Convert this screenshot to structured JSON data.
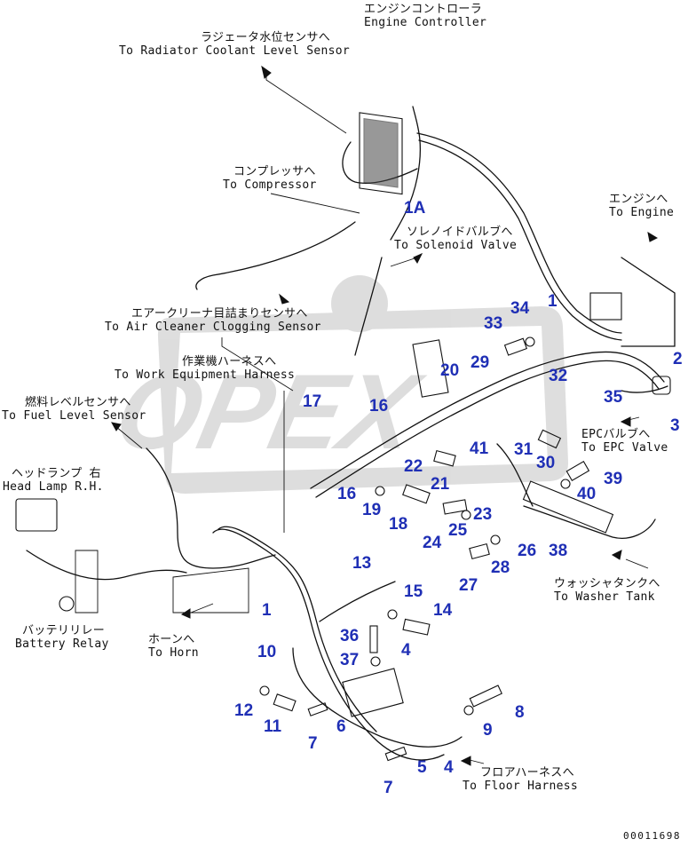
{
  "captions": [
    {
      "id": "engine-controller",
      "jp": "エンジンコントローラ",
      "en": "Engine Controller"
    },
    {
      "id": "radiator-coolant",
      "jp": "ラジェータ水位センサへ",
      "en": "To Radiator Coolant Level Sensor"
    },
    {
      "id": "compressor",
      "jp": "コンプレッサへ",
      "en": "To Compressor"
    },
    {
      "id": "engine",
      "jp": "エンジンへ",
      "en": "To Engine"
    },
    {
      "id": "solenoid-valve",
      "jp": "ソレノイドバルブへ",
      "en": "To Solenoid Valve"
    },
    {
      "id": "air-cleaner",
      "jp": "エアークリーナ目詰まりセンサへ",
      "en": "To Air Cleaner Clogging Sensor"
    },
    {
      "id": "work-equipment",
      "jp": "作業機ハーネスへ",
      "en": "To Work Equipment Harness"
    },
    {
      "id": "fuel-level",
      "jp": "燃料レベルセンサへ",
      "en": "To Fuel Level Sensor"
    },
    {
      "id": "epc-valve",
      "jp": "EPCバルブへ",
      "en": "To EPC Valve"
    },
    {
      "id": "head-lamp",
      "jp": "ヘッドランプ 右",
      "en": "Head Lamp R.H."
    },
    {
      "id": "washer-tank",
      "jp": "ウォッシャタンクへ",
      "en": "To Washer Tank"
    },
    {
      "id": "battery-relay",
      "jp": "バッテリリレー",
      "en": "Battery Relay"
    },
    {
      "id": "horn",
      "jp": "ホーンへ",
      "en": "To Horn"
    },
    {
      "id": "floor-harness",
      "jp": "フロアハーネスへ",
      "en": "To Floor Harness"
    }
  ],
  "part_numbers": [
    "1A",
    "1",
    "34",
    "33",
    "2",
    "32",
    "29",
    "20",
    "35",
    "3",
    "17",
    "16",
    "41",
    "31",
    "30",
    "22",
    "21",
    "39",
    "16",
    "40",
    "19",
    "18",
    "23",
    "24",
    "25",
    "26",
    "38",
    "28",
    "27",
    "13",
    "15",
    "14",
    "1",
    "36",
    "10",
    "37",
    "4",
    "8",
    "12",
    "11",
    "9",
    "7",
    "6",
    "5",
    "4",
    "7"
  ],
  "drawing_number": "00011698"
}
